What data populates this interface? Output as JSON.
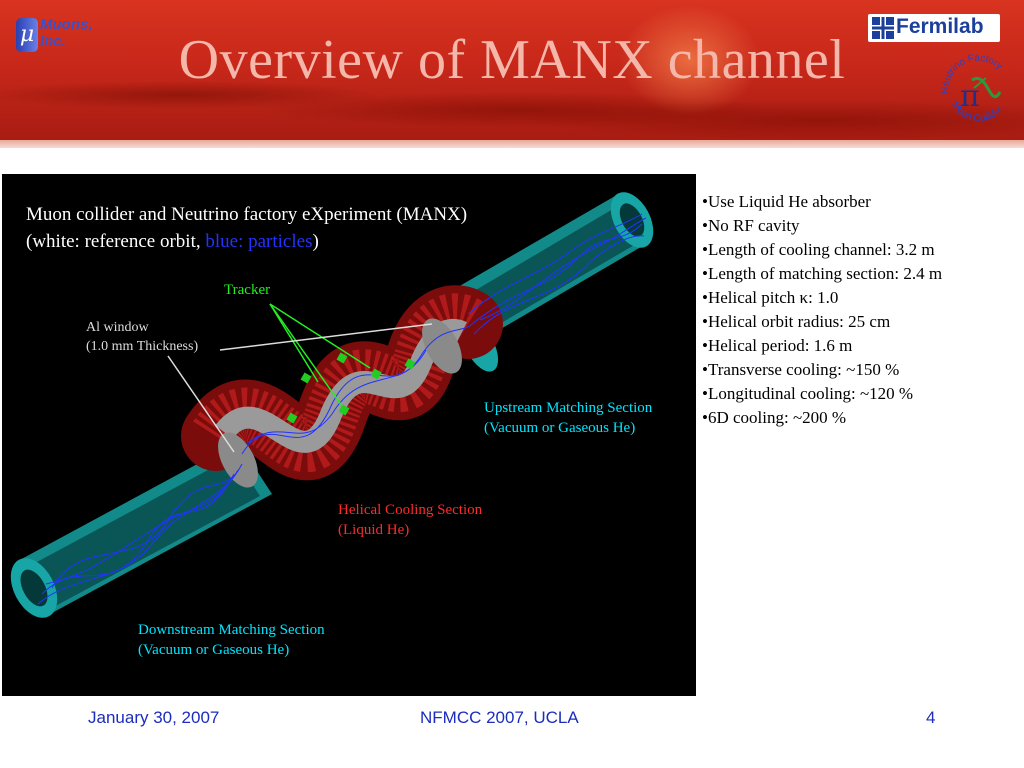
{
  "slide": {
    "title": "Overview of MANX channel",
    "logos": {
      "muons": {
        "symbol": "μ",
        "line1": "Muons,",
        "line2": "Inc."
      },
      "fermilab": {
        "name": "Fermilab"
      },
      "neutrino_factory": {
        "top": "Neutrino Factory",
        "bottom": "Muon Collider",
        "symbol": "π"
      }
    },
    "figure": {
      "caption_line1": "Muon collider and Neutrino factory eXperiment (MANX)",
      "caption_line2_prefix": "(white: reference orbit, ",
      "caption_line2_blue": "blue: particles",
      "caption_line2_suffix": ")",
      "tracker_label": "Tracker",
      "al_window_line1": "Al window",
      "al_window_line2": "(1.0 mm Thickness)",
      "upstream_line1": "Upstream Matching Section",
      "upstream_line2": "(Vacuum or Gaseous He)",
      "helical_line1": "Helical Cooling Section",
      "helical_line2": "(Liquid He)",
      "downstream_line1": "Downstream Matching Section",
      "downstream_line2": "(Vacuum or Gaseous He)",
      "colors": {
        "background": "#000000",
        "pipe": "#1aa3a3",
        "coil": "#8b1010",
        "particles": "#2233ff",
        "labels_cyan": "#00e5ff",
        "labels_red": "#ff2a2a",
        "labels_green": "#22ee22",
        "labels_white": "#ffffff"
      }
    },
    "bullets": [
      "•Use Liquid He absorber",
      "•No RF cavity",
      "•Length of cooling channel: 3.2 m",
      "•Length of matching section: 2.4 m",
      "•Helical pitch κ: 1.0",
      "•Helical orbit radius: 25 cm",
      "•Helical period: 1.6 m",
      "•Transverse cooling: ~150 %",
      "•Longitudinal cooling: ~120 %",
      "•6D cooling: ~200 %"
    ],
    "footer": {
      "date": "January 30, 2007",
      "event": "NFMCC 2007, UCLA",
      "page": "4"
    }
  }
}
